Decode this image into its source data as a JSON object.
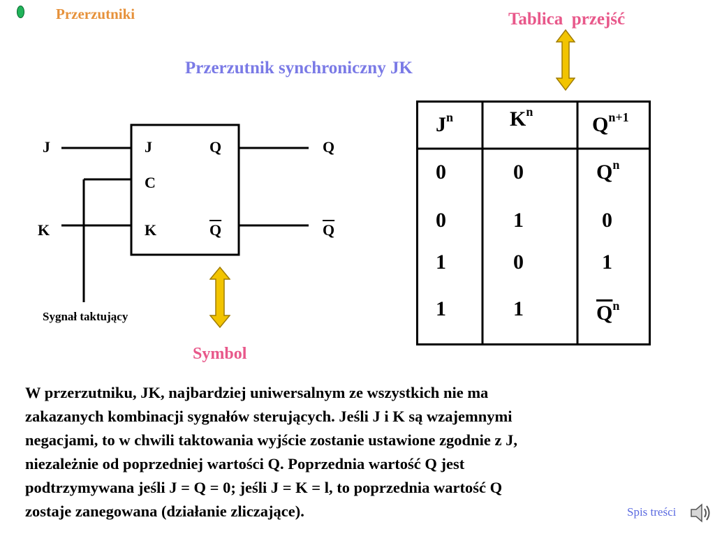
{
  "header": {
    "title": "Przerzutniki"
  },
  "slide": {
    "subtitle": "Przerzutnik synchroniczny JK",
    "table_caption": "Tablica  przejść",
    "symbol_caption": "Symbol"
  },
  "diagram": {
    "input_j": "J",
    "input_k": "K",
    "output_q": "Q",
    "output_q_bar": "Q",
    "box_j": "J",
    "box_c": "C",
    "box_k": "K",
    "box_q": "Q",
    "box_q_bar": "Q",
    "clock_label": "Sygnał taktujący"
  },
  "truth_table": {
    "headers": [
      {
        "base": "J",
        "sup": "n"
      },
      {
        "base": "K",
        "sup": "n"
      },
      {
        "base": "Q",
        "sup": "n+1"
      }
    ],
    "rows": [
      {
        "j": "0",
        "k": "0",
        "q_base": "Q",
        "q_sup": "n",
        "q_negated": false
      },
      {
        "j": "0",
        "k": "1",
        "q_base": "0",
        "q_sup": "",
        "q_negated": false
      },
      {
        "j": "1",
        "k": "0",
        "q_base": "1",
        "q_sup": "",
        "q_negated": false
      },
      {
        "j": "1",
        "k": "1",
        "q_base": "Q",
        "q_sup": "n",
        "q_negated": true
      }
    ]
  },
  "description": "W przerzutniku, JK, najbardziej uniwersalnym ze wszystkich nie ma\nzakazanych kombinacji sygnałów sterujących. Jeśli J i K są wzajemnymi\nnegacjami, to w chwili taktowania wyjście zostanie ustawione zgodnie z J,\nniezależnie od poprzedniej wartości Q. Poprzednia wartość Q jest\npodtrzymywana jeśli J = Q = 0; jeśli J = K = l, to poprzednia wartość Q\nzostaje zanegowana (działanie zliczające).",
  "footer": {
    "toc_link": "Spis treści"
  },
  "icons": {
    "bullet": "green-dot-icon",
    "table_arrow": "double-arrow-icon",
    "symbol_arrow": "double-arrow-icon",
    "speaker": "speaker-icon"
  },
  "colors": {
    "header": "#e6913a",
    "caption_pink": "#e8588a",
    "subtitle_blue": "#7a7ae6",
    "arrow_fill": "#f2c400",
    "link_blue": "#5a6ae0"
  }
}
